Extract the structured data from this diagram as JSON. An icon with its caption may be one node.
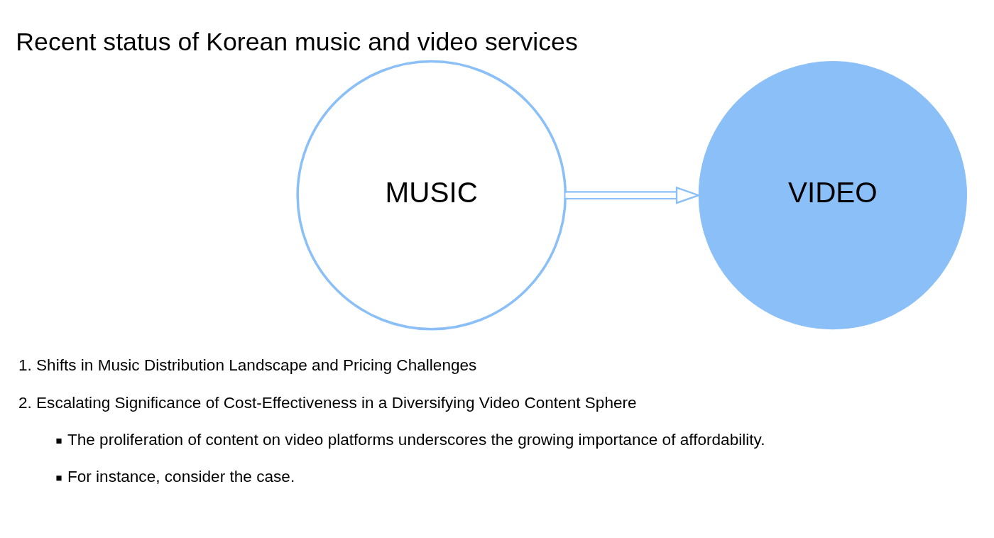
{
  "diagram": {
    "title": "Recent status of Korean music and video services",
    "nodes": [
      {
        "text": [
          "MUSIC"
        ]
      },
      {
        "text": [
          "VIDEO"
        ]
      }
    ],
    "edges": [
      {
        "from": 0,
        "to": 1,
        "arrow": "to"
      }
    ],
    "labels": [
      "1. Shifts in Music Distribution Landscape and Pricing Challenges",
      "2. Escalating Significance of Cost-Effectiveness in a Diversifying Video Content Sphere",
      "The proliferation of content on video platforms underscores the growing importance of affordability.",
      "For instance, consider the case."
    ]
  }
}
